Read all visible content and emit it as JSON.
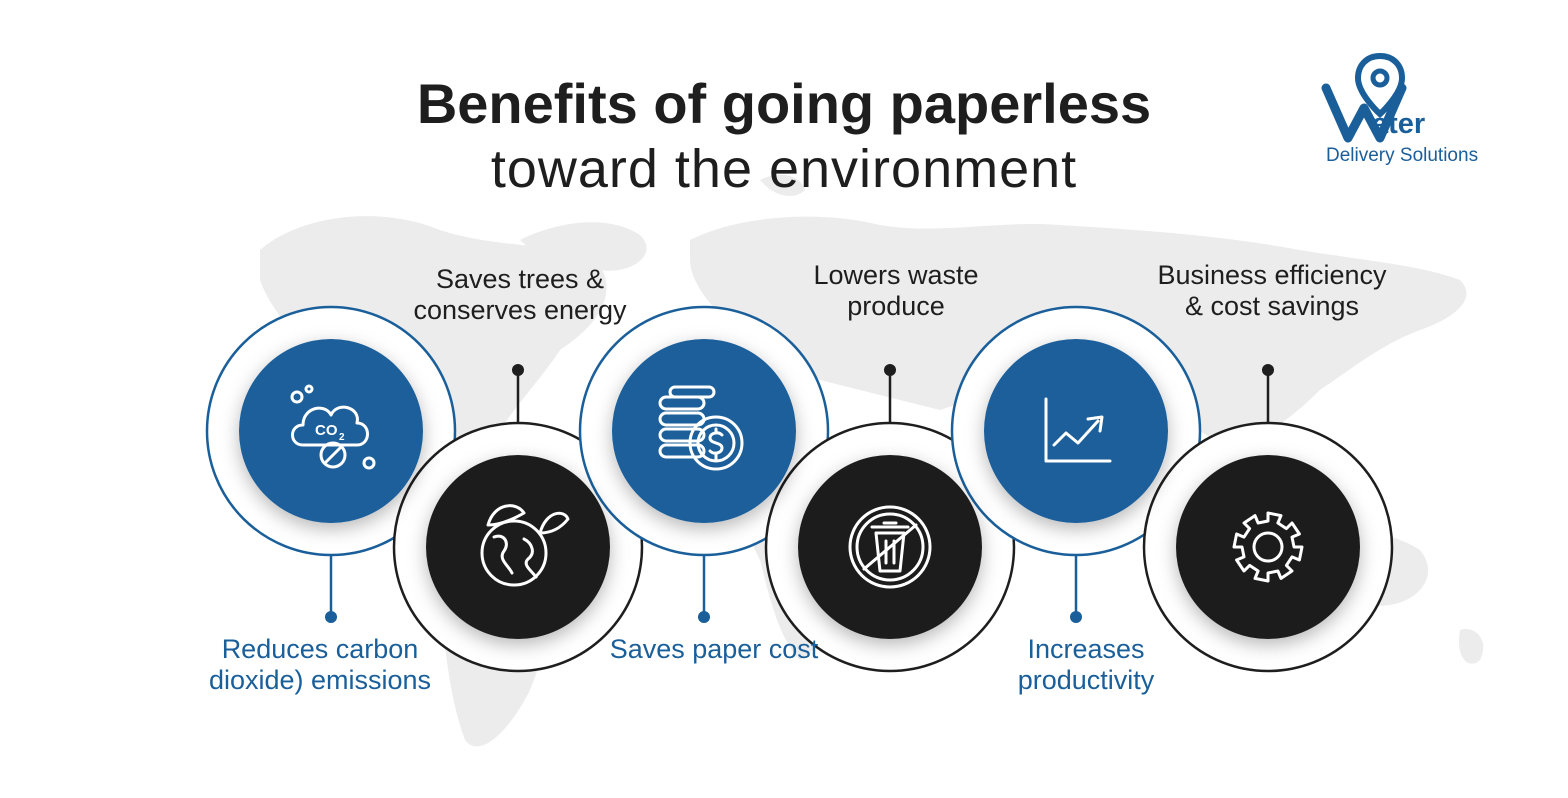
{
  "title": "Benefits of going paperless",
  "subtitle": "toward the environment",
  "logo": {
    "word": "ater",
    "tagline": "Delivery Solutions"
  },
  "colors": {
    "blue": "#1a5f9a",
    "dark": "#1e1e1e",
    "map": "#e9e9e9"
  },
  "benefits": [
    {
      "label": "Reduces carbon dioxide) emissions",
      "icon": "co2-cloud-icon",
      "theme": "blue"
    },
    {
      "label": "Saves trees & conserves energy",
      "icon": "earth-leaves-icon",
      "theme": "dark"
    },
    {
      "label": "Saves paper cost",
      "icon": "coins-dollar-icon",
      "theme": "blue"
    },
    {
      "label": "Lowers waste produce",
      "icon": "no-trash-icon",
      "theme": "dark"
    },
    {
      "label": "Increases productivity",
      "icon": "growth-chart-icon",
      "theme": "blue"
    },
    {
      "label": "Business efficiency & cost savings",
      "icon": "gear-icon",
      "theme": "dark"
    }
  ]
}
